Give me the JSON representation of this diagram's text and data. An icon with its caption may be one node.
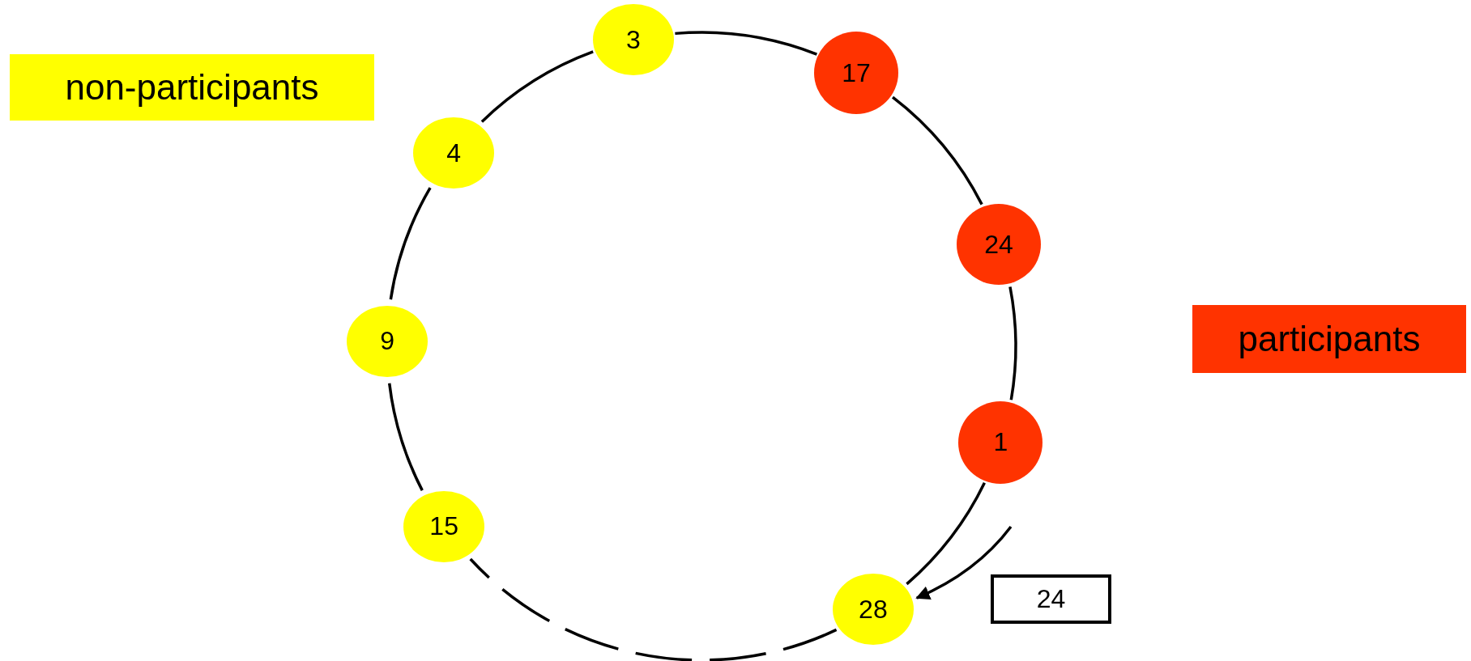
{
  "diagram": {
    "nodes": [
      {
        "text": [
          "3"
        ]
      },
      {
        "text": [
          "17"
        ]
      },
      {
        "text": [
          "24"
        ]
      },
      {
        "text": [
          "1"
        ]
      },
      {
        "text": [
          "28"
        ]
      },
      {
        "text": [
          "15"
        ]
      },
      {
        "text": [
          "9"
        ]
      },
      {
        "text": [
          "4"
        ]
      },
      {
        "text": [
          "24"
        ]
      }
    ],
    "edges": [
      {
        "from": 0,
        "to": 1,
        "arrow": "none"
      },
      {
        "from": 1,
        "to": 2,
        "arrow": "none"
      },
      {
        "from": 2,
        "to": 3,
        "arrow": "none"
      },
      {
        "from": 3,
        "to": 4,
        "arrow": "none"
      },
      {
        "from": 4,
        "to": 5,
        "arrow": "none",
        "style": "dashed"
      },
      {
        "from": 5,
        "to": 6,
        "arrow": "none"
      },
      {
        "from": 6,
        "to": 7,
        "arrow": "none"
      },
      {
        "from": 7,
        "to": 0,
        "arrow": "none"
      },
      {
        "from": null,
        "to": 4,
        "arrow": "to"
      }
    ],
    "legend": [
      {
        "text": "non-participants",
        "color": "#ffff00"
      },
      {
        "text": "participants",
        "color": "#ff3300"
      }
    ]
  }
}
